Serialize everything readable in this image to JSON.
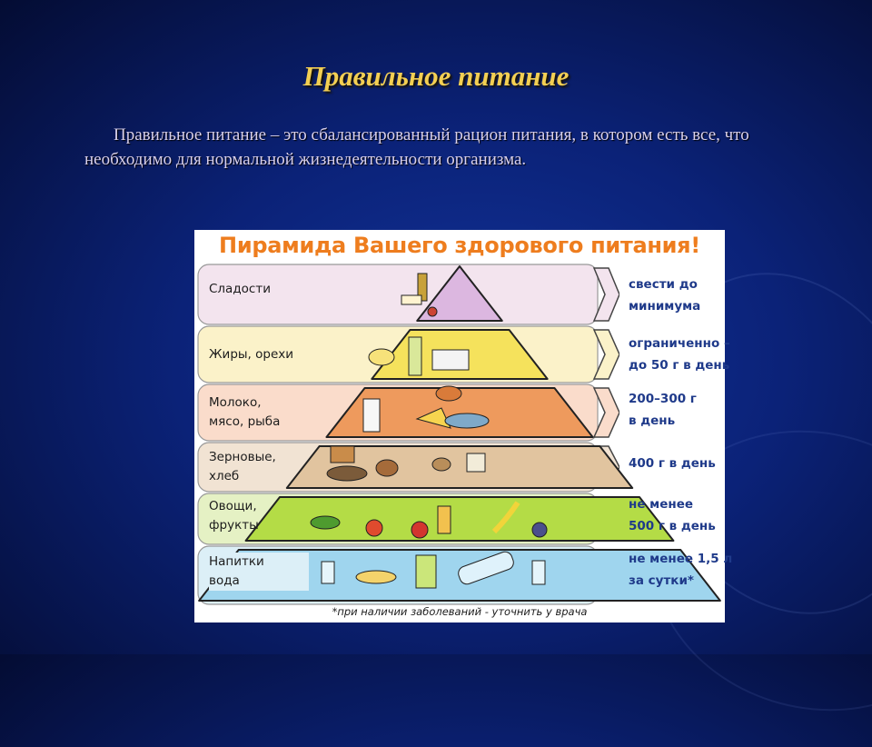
{
  "slide": {
    "title": "Правильное питание",
    "intro": "Правильное питание – это сбалансированный рацион питания, в котором есть все, что необходимо для нормальной жизнедеятельности организма."
  },
  "pyramid": {
    "title": "Пирамида Вашего здорового питания!",
    "footnote": "*при наличии заболеваний - уточнить у врача",
    "rows": [
      {
        "label_1": "Сладости",
        "label_2": "",
        "amount_1": "свести до",
        "amount_2": "минимума",
        "band_color": "#f3e4ee",
        "tier_color": "#dcb7e0"
      },
      {
        "label_1": "Жиры, орехи",
        "label_2": "",
        "amount_1": "ограниченно –",
        "amount_2": "до 50 г в день",
        "band_color": "#fbf2c9",
        "tier_color": "#f5e25c"
      },
      {
        "label_1": "Молоко,",
        "label_2": "мясо, рыба",
        "amount_1": "200–300 г",
        "amount_2": "в день",
        "band_color": "#fadccb",
        "tier_color": "#ee9a5d"
      },
      {
        "label_1": "Зерновые,",
        "label_2": "хлеб",
        "amount_1": "400 г в день",
        "amount_2": "",
        "band_color": "#f1e3d3",
        "tier_color": "#e1c49f"
      },
      {
        "label_1": "Овощи,",
        "label_2": "фрукты",
        "amount_1": "не менее",
        "amount_2": "500 г в день",
        "band_color": "#e5f1c4",
        "tier_color": "#b4dc46"
      },
      {
        "label_1": "Напитки",
        "label_2": "вода",
        "amount_1": "не менее 1,5 л",
        "amount_2": "за сутки*",
        "band_color": "#dceff7",
        "tier_color": "#9fd5ee"
      }
    ]
  }
}
